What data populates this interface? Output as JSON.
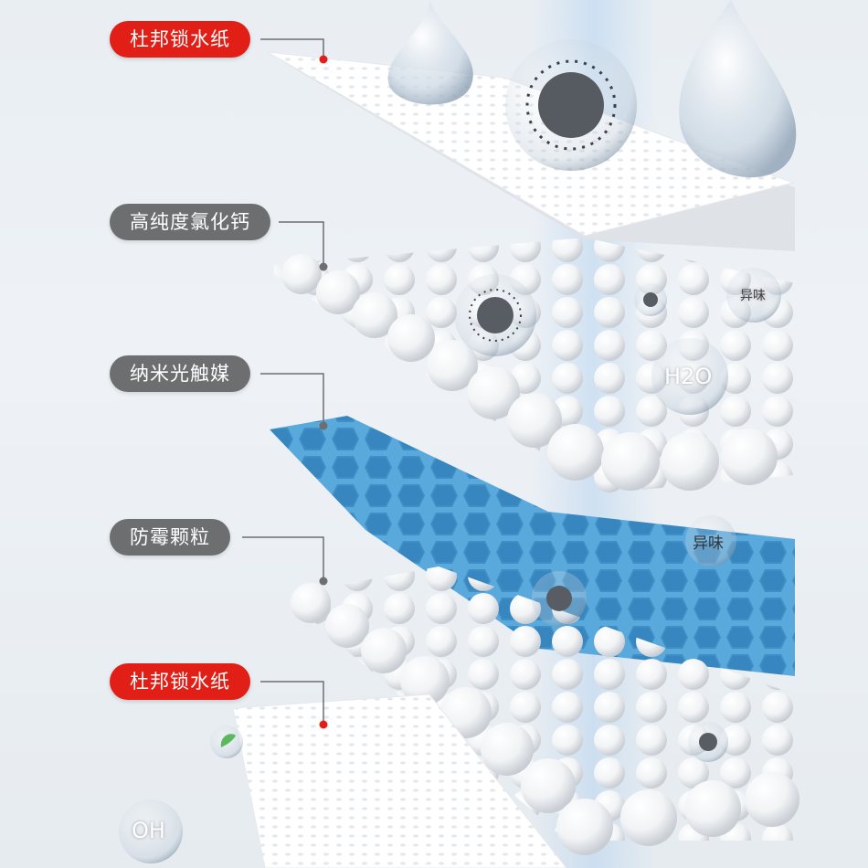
{
  "labels": {
    "top_paper": "杜邦锁水纸",
    "calcium": "高纯度氯化钙",
    "photocatalyst": "纳米光触媒",
    "antimold": "防霉颗粒",
    "bottom_paper": "杜邦锁水纸"
  },
  "bubbles": {
    "odor1": "异味",
    "h2o": "H2O",
    "odor2": "异味",
    "oh": "OH"
  },
  "colors": {
    "red_label": "#e21f16",
    "gray_label": "#6d6e70",
    "honeycomb": "#5aa9dc",
    "paper": "#ffffff"
  }
}
